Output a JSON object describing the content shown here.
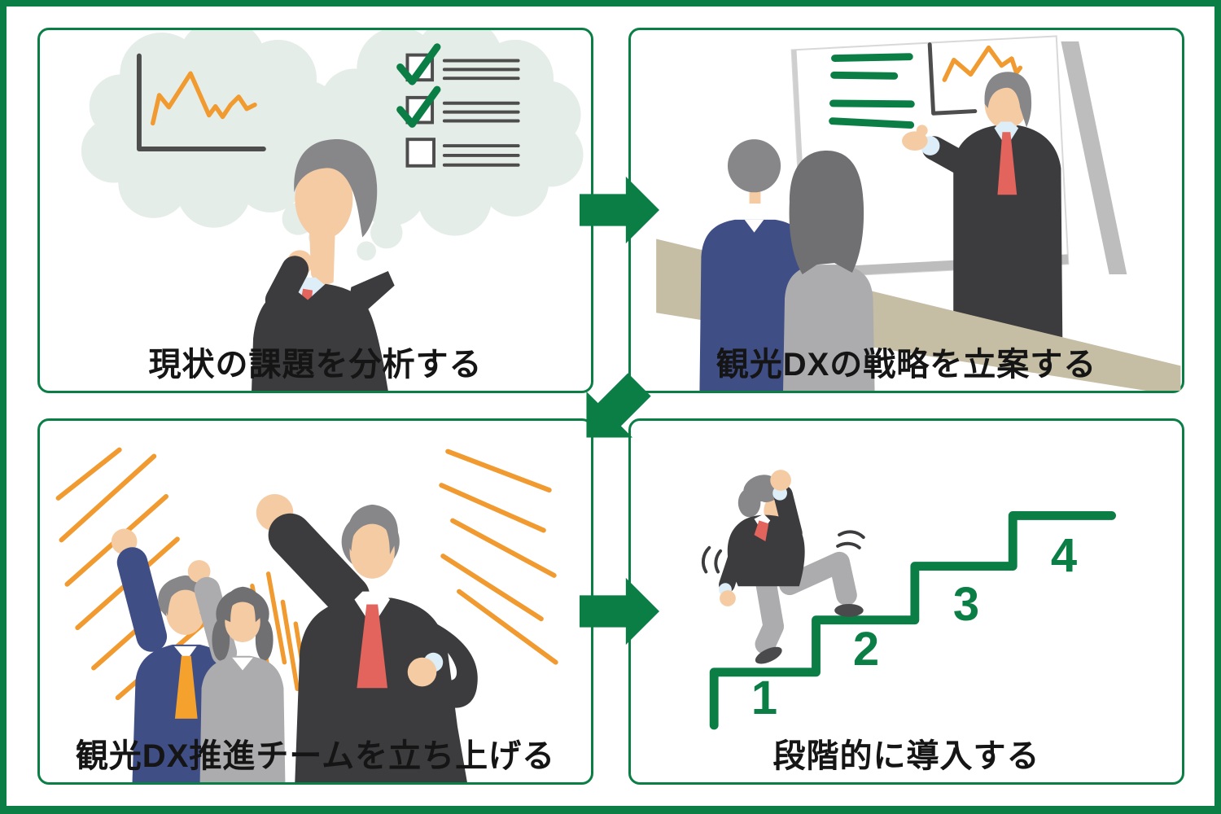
{
  "colors": {
    "green": "#0B7E46",
    "light_green": "#E4EDE7",
    "orange": "#F09A30",
    "line_dark": "#4D4D4D",
    "suit_dark": "#3C3C3E",
    "suit_navy": "#404E86",
    "skin": "#F5CBA3",
    "hair": "#87878A",
    "hair_dark": "#707073",
    "tie_red": "#E2645C",
    "tie_orange": "#F5A12D",
    "table_beige": "#C5BEA4",
    "sweater_gray": "#ACACAE",
    "shirt_blue": "#DDEEF8",
    "stand_gray": "#BDBDBD",
    "shoe_gray": "#4A4A4C",
    "caption": "#151515",
    "background": "#FFFFFF"
  },
  "panels": [
    {
      "id": "analyze-current-issues",
      "caption": "現状の課題を分析する"
    },
    {
      "id": "plan-dx-strategy",
      "caption": "観光DXの戦略を立案する"
    },
    {
      "id": "launch-dx-team",
      "caption": "観光DX推進チームを立ち上げる"
    },
    {
      "id": "introduce-in-stages",
      "caption": "段階的に導入する",
      "step_labels": [
        "1",
        "2",
        "3",
        "4"
      ]
    }
  ],
  "arrows": [
    {
      "from": "analyze-current-issues",
      "to": "plan-dx-strategy",
      "direction": "right"
    },
    {
      "from": "plan-dx-strategy",
      "to": "launch-dx-team",
      "direction": "down-left"
    },
    {
      "from": "launch-dx-team",
      "to": "introduce-in-stages",
      "direction": "right"
    }
  ]
}
